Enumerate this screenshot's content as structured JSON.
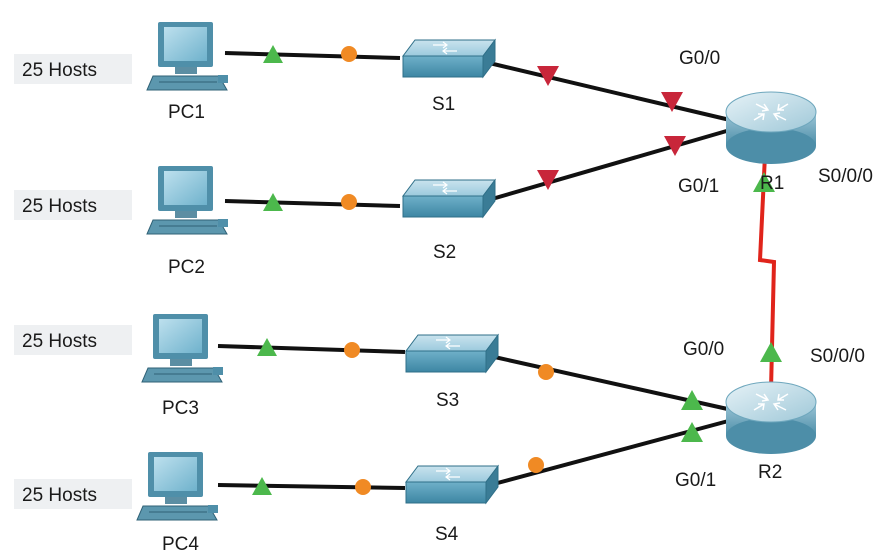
{
  "hosts": [
    {
      "label": "25 Hosts"
    },
    {
      "label": "25 Hosts"
    },
    {
      "label": "25 Hosts"
    },
    {
      "label": "25 Hosts"
    }
  ],
  "pcs": [
    {
      "label": "PC1"
    },
    {
      "label": "PC2"
    },
    {
      "label": "PC3"
    },
    {
      "label": "PC4"
    }
  ],
  "switches": [
    {
      "label": "S1"
    },
    {
      "label": "S2"
    },
    {
      "label": "S3"
    },
    {
      "label": "S4"
    }
  ],
  "routers": [
    {
      "label": "R1",
      "interfaces": {
        "g0_0": "G0/0",
        "g0_1": "G0/1",
        "s0_0_0": "S0/0/0"
      }
    },
    {
      "label": "R2",
      "interfaces": {
        "g0_0": "G0/0",
        "g0_1": "G0/1",
        "s0_0_0": "S0/0/0"
      }
    }
  ],
  "colors": {
    "ethernet_link": "#111111",
    "serial_link": "#e0241b",
    "link_up": "#4cb84c",
    "link_down": "#c8263a",
    "link_negotiating": "#f08a24",
    "hosts_box": "#eef0f2",
    "switch_body": "#5a9fb8",
    "router_body": "#8fbfd4",
    "pc_body": "#4f8fa9"
  },
  "link_states": {
    "pc1_s1": [
      "up",
      "negotiating"
    ],
    "pc2_s2": [
      "up",
      "negotiating"
    ],
    "pc3_s3": [
      "up",
      "negotiating"
    ],
    "pc4_s4": [
      "up",
      "negotiating"
    ],
    "s1_r1": [
      "down",
      "down"
    ],
    "s2_r1": [
      "down",
      "down"
    ],
    "s3_r2": [
      "negotiating",
      "up"
    ],
    "s4_r2": [
      "negotiating",
      "up"
    ],
    "r1_r2_serial": [
      "up",
      "up"
    ]
  }
}
